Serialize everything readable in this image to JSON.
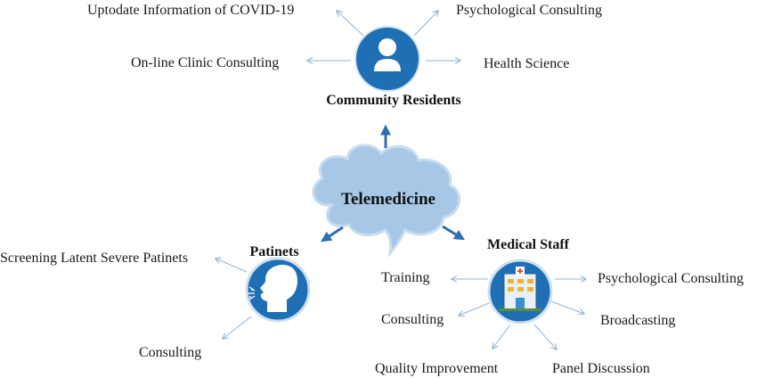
{
  "center": {
    "label": "Telemedicine"
  },
  "groups": {
    "residents": {
      "title": "Community Residents",
      "items": [
        "Uptodate Information of COVID-19",
        "Psychological Consulting",
        "On-line Clinic Consulting",
        "Health Science"
      ]
    },
    "patients": {
      "title": "Patinets",
      "items": [
        "Screening  Latent Severe Patinets",
        "Consulting"
      ]
    },
    "staff": {
      "title": "Medical Staff",
      "items": [
        "Training",
        "Psychological Consulting",
        "Consulting",
        "Broadcasting",
        "Quality Improvement",
        "Panel Discussion"
      ]
    }
  },
  "colors": {
    "cloud": "#a6c8e6",
    "cloud_edge": "#c7dcef",
    "icon_circle": "#1f6fb5",
    "arrow_main": "#2e6fb0",
    "arrow_thin": "#8fb3d6"
  },
  "icons": {
    "residents": "person-icon",
    "patients": "coughing-head-icon",
    "staff": "hospital-building-icon"
  }
}
